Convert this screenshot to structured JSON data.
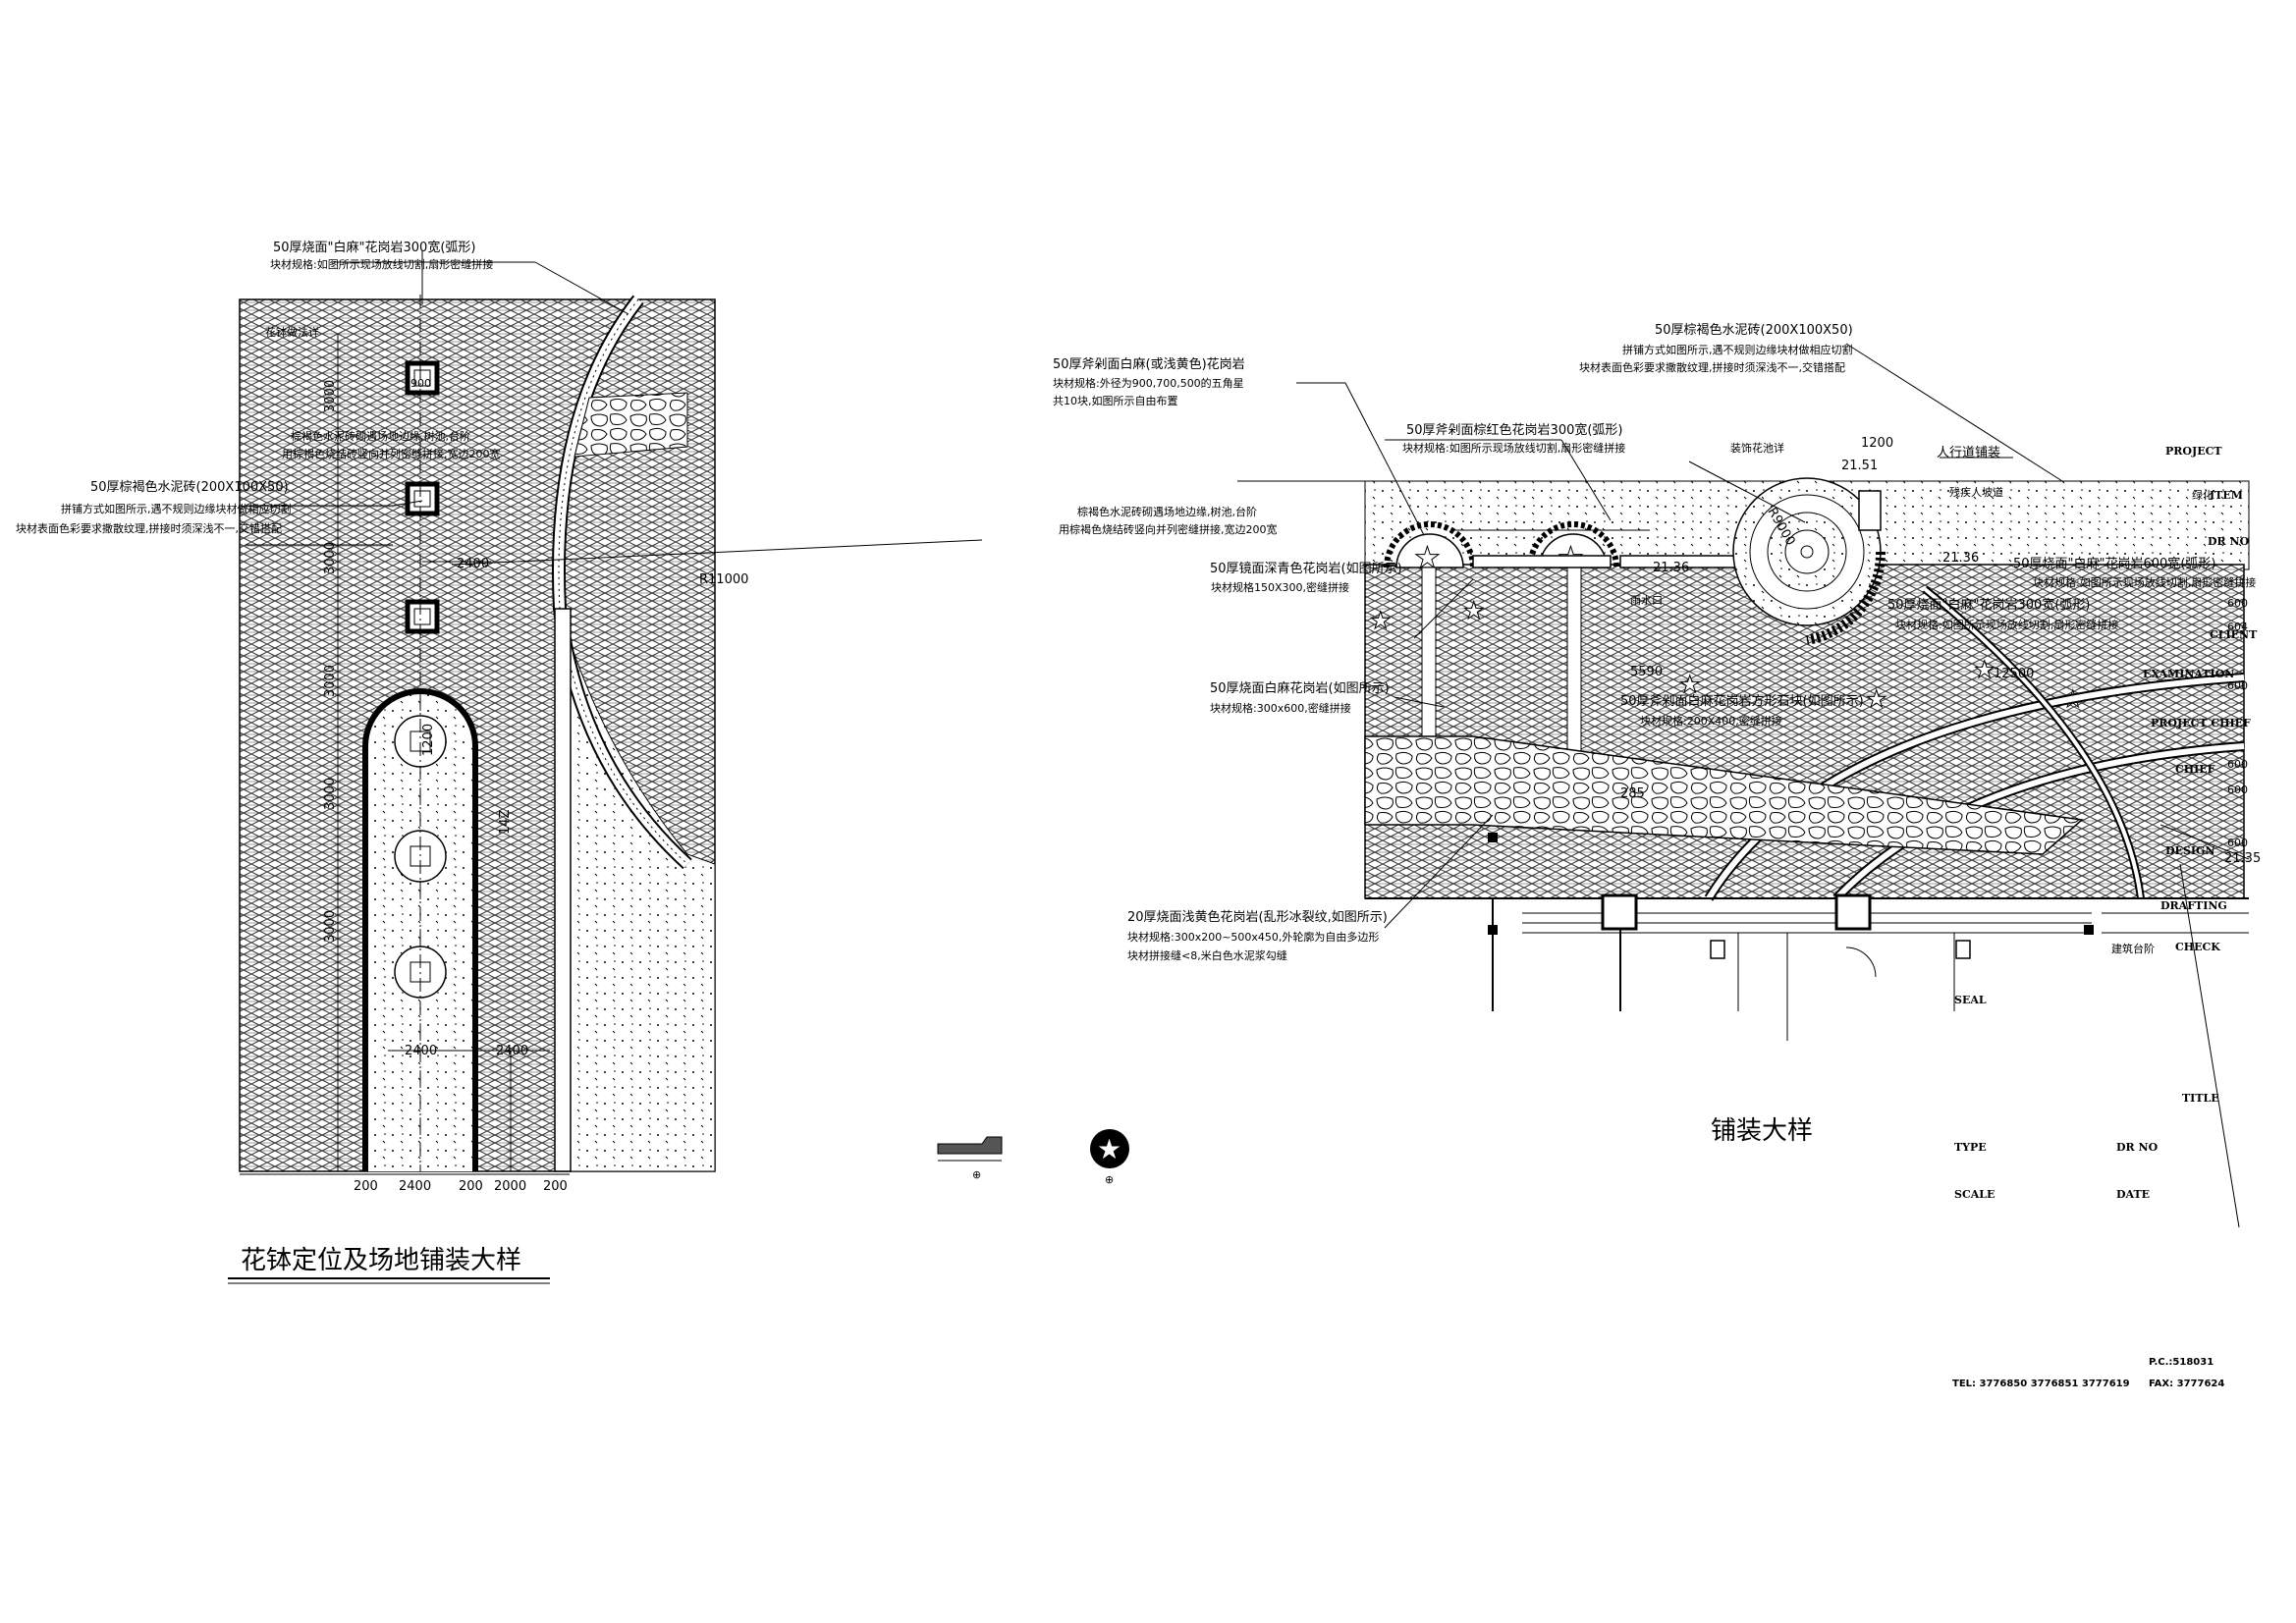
{
  "left_plan": {
    "title": "花钵定位及场地铺装大样",
    "notes": {
      "granite_curb_line1": "50厚烧面\"白麻\"花岗岩300宽(弧形)",
      "granite_curb_line2": "块材规格:如图所示现场放线切割,扇形密缝拼接",
      "planter_detail": "花钵做法详",
      "brick_edge_line1": "棕褐色水泥砖砌遇场地边缘,树池,台阶",
      "brick_edge_line2": "用棕褐色烧结砖竖向并列密缝拼接,宽边200宽",
      "paver_line1": "50厚棕褐色水泥砖(200X100X50)",
      "paver_line2": "拼铺方式如图所示,遇不规则边缘块材做相应切割",
      "paver_line3": "块材表面色彩要求撒散纹理,拼接时须深浅不一,交错搭配"
    },
    "dims": {
      "radius": "R11000",
      "d_2400_top": "2400",
      "d_3000_a": "3000",
      "d_3000_b": "3000",
      "d_3000_c": "3000",
      "d_3000_d": "3000",
      "d_3000_e": "3000",
      "d_1200": "1200",
      "d_14z": "14Z",
      "d_2400_bl": "2400",
      "d_2400_br": "2400",
      "box_900": "900",
      "bottom": [
        "200",
        "2400",
        "200",
        "2000",
        "200"
      ]
    }
  },
  "right_plan": {
    "title": "铺装大样",
    "notes": {
      "star_line1": "50厚斧剁面白麻(或浅黄色)花岗岩",
      "star_line2": "块材规格:外径为900,700,500的五角星",
      "star_line3": "共10块,如图所示自由布置",
      "paver_line1": "50厚棕褐色水泥砖(200X100X50)",
      "paver_line2": "拼铺方式如图所示,遇不规则边缘块材做相应切割",
      "paver_line3": "块材表面色彩要求撒散纹理,拼接时须深浅不一,交错搭配",
      "red_line1": "50厚斧剁面棕红色花岗岩300宽(弧形)",
      "red_line2": "块材规格:如图所示现场放线切割,扇形密缝拼接",
      "fountain": "装饰花池详",
      "walkway": "人行道铺装",
      "disabled_ramp": "残疾人坡道",
      "brick_edge_line1": "棕褐色水泥砖砌遇场地边缘,树池,台阶",
      "brick_edge_line2": "用棕褐色烧结砖竖向并列密缝拼接,宽边200宽",
      "blue_line1": "50厚镜面深青色花岗岩(如图所示)",
      "blue_line2": "块材规格150X300,密缝拼接",
      "drain": "雨水口",
      "white_fine_line1": "50厚烧面白麻花岗岩(如图所示)",
      "white_fine_line2": "块材规格:300x600,密缝拼接",
      "white_arc_line1": "50厚烧面\"白麻\"花岗岩600宽(弧形)",
      "white_arc_line2": "块材规格:如图所示现场放线切割,扇形密缝拼接",
      "white_arc2_line1": "50厚烧面\"白麻\"花岗岩300宽(弧形)",
      "white_arc2_line2": "块材规格:如图所示现场放线切割,扇形密缝拼接",
      "square_line1": "50厚斧剁面白麻花岗岩方形石块(如图所示)",
      "square_line2": "块材规格:200X400,密缝拼接",
      "flag_line1": "20厚烧面浅黄色花岗岩(乱形冰裂纹,如图所示)",
      "flag_line2": "块材规格:300x200~500x450,外轮廓为自由多边形",
      "flag_line3": "块材拼接缝<8,米白色水泥浆勾缝",
      "green": "绿化",
      "building_step": "建筑台阶"
    },
    "dims": {
      "e_2151": "21.51",
      "e_2136_a": "21.36",
      "e_2136_b": "21.36",
      "e_2135": "21.35",
      "d_1200": "1200",
      "d_5590": "5590",
      "d_r600_list": [
        "600",
        "604",
        "600",
        "600",
        "600",
        "600"
      ],
      "d_1250": "12500",
      "d_285": "285",
      "d_r900": "R9000"
    }
  },
  "title_block": {
    "project": "PROJECT",
    "item": "ITEM",
    "dr_no_top": "DR NO",
    "client": "CLIENT",
    "examination": "EXAMINATION",
    "project_chief": "PROJECT CHIEF",
    "chief": "CHIEF",
    "design": "DESIGN",
    "drafting": "DRAFTING",
    "check": "CHECK",
    "seal": "SEAL",
    "title": "TITLE",
    "type": "TYPE",
    "dr_no": "DR NO",
    "scale": "SCALE",
    "date": "DATE",
    "pc": "P.C.:518031",
    "tel": "TEL: 3776850  3776851  3777619",
    "fax": "FAX: 3777624"
  }
}
